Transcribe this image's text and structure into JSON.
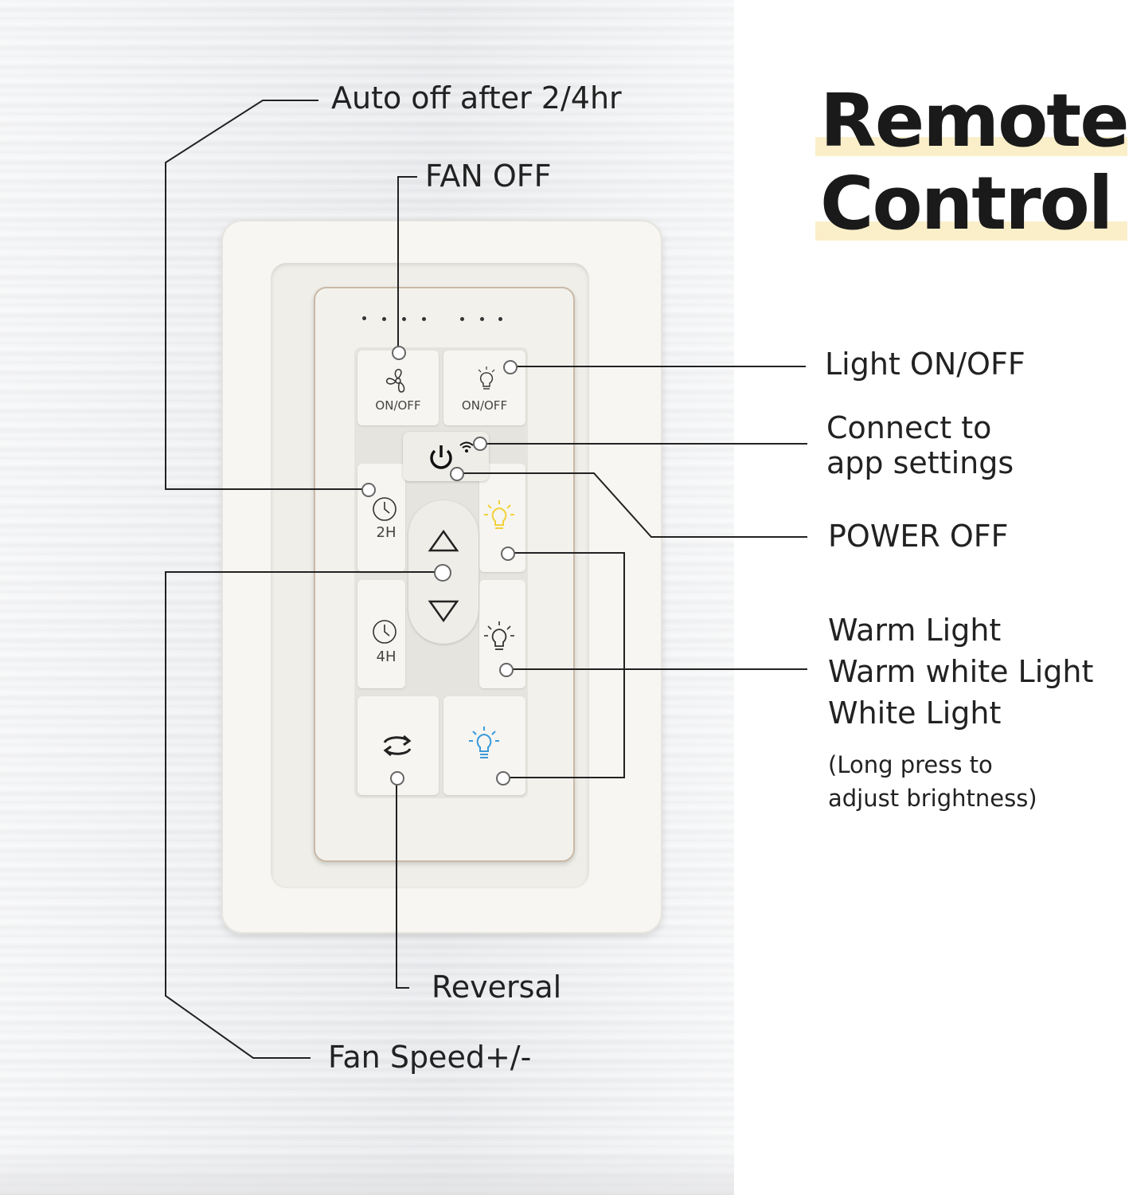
{
  "title": {
    "line1": "Remote",
    "line2": "Control"
  },
  "labels": {
    "auto_off": "Auto off after 2/4hr",
    "fan_off": "FAN OFF",
    "light_onoff": "Light ON/OFF",
    "connect_line1": "Connect to",
    "connect_line2": "app settings",
    "power_off": "POWER OFF",
    "warm_light": "Warm Light",
    "warm_white_light": "Warm white Light",
    "white_light": "White Light",
    "note_line1": "(Long press to",
    "note_line2": "adjust brightness)",
    "reversal": "Reversal",
    "fan_speed": "Fan Speed+/-"
  },
  "remote": {
    "fan_key_label": "ON/OFF",
    "light_key_label": "ON/OFF",
    "timer_2h": "2H",
    "timer_4h": "4H"
  },
  "icons": [
    "fan-icon",
    "bulb-icon",
    "power-icon",
    "wifi-icon",
    "clock-icon",
    "up-arrow-icon",
    "down-arrow-icon",
    "reverse-icon"
  ],
  "colors": {
    "warm_bulb": "#f2d13a",
    "white_bulb": "#3b9ad9",
    "highlight": "#fbefc9"
  }
}
